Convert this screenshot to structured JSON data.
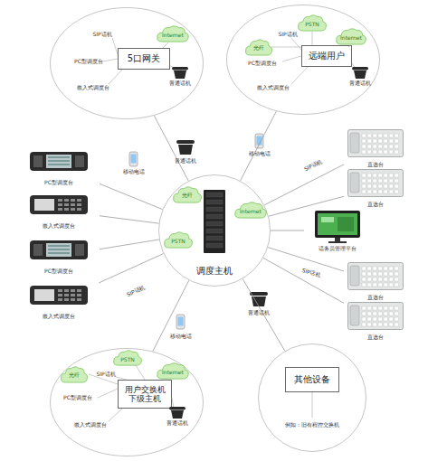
{
  "diagram": {
    "nodes": [
      {
        "text": [
          "调度主机"
        ]
      },
      {
        "text": [
          "光纤"
        ],
        "in": 0
      },
      {
        "text": [
          "Internet"
        ],
        "in": 0
      },
      {
        "text": [
          "PSTN"
        ],
        "in": 0
      },
      {
        "text": [
          "SIP话机",
          "PC型调度台",
          "嵌入式调度台",
          "普通话机"
        ]
      },
      {
        "text": [
          "5口网关"
        ],
        "in": 4
      },
      {
        "text": [
          "Internet"
        ],
        "in": 4
      },
      {
        "text": [
          "SIP话机",
          "PC型调度台",
          "嵌入式调度台",
          "普通话机"
        ]
      },
      {
        "text": [
          "PSTN"
        ],
        "in": 7
      },
      {
        "text": [
          "光纤"
        ],
        "in": 7
      },
      {
        "text": [
          "Internet"
        ],
        "in": 7
      },
      {
        "text": [
          "远端用户"
        ],
        "in": 7
      },
      {
        "text": [
          "SIP话机",
          "PC型调度台",
          "嵌入式调度台",
          "普通话机"
        ]
      },
      {
        "text": [
          "光纤"
        ],
        "in": 12
      },
      {
        "text": [
          "PSTN"
        ],
        "in": 12
      },
      {
        "text": [
          "Internet"
        ],
        "in": 12
      },
      {
        "text": [
          "用户交换机 下级主机"
        ],
        "in": 12
      },
      {
        "text": [
          "例如：旧有程控交换机"
        ]
      },
      {
        "text": [
          "其他设备"
        ],
        "in": 17
      },
      {
        "text": [
          "PC型调度台"
        ]
      },
      {
        "text": [
          "嵌入式调度台"
        ]
      },
      {
        "text": [
          "PC型调度台"
        ]
      },
      {
        "text": [
          "嵌入式调度台"
        ]
      },
      {
        "text": [
          "直选台"
        ]
      },
      {
        "text": [
          "直选台"
        ]
      },
      {
        "text": [
          "话务员管理平台"
        ]
      },
      {
        "text": [
          "直选台"
        ]
      },
      {
        "text": [
          "直选台"
        ]
      }
    ],
    "edges": [
      {
        "from": 0,
        "to": 4,
        "arrow": "none"
      },
      {
        "from": 0,
        "to": 7,
        "arrow": "none"
      },
      {
        "from": 0,
        "to": 12,
        "arrow": "none"
      },
      {
        "from": 0,
        "to": 17,
        "arrow": "none"
      },
      {
        "from": 0,
        "to": 19,
        "arrow": "none"
      },
      {
        "from": 0,
        "to": 20,
        "arrow": "none"
      },
      {
        "from": 0,
        "to": 21,
        "arrow": "none"
      },
      {
        "from": 0,
        "to": 22,
        "label": "SIP话机",
        "arrow": "none"
      },
      {
        "from": 0,
        "to": 23,
        "label": "SIP话机",
        "arrow": "none"
      },
      {
        "from": 0,
        "to": 24,
        "arrow": "none"
      },
      {
        "from": 0,
        "to": 25,
        "arrow": "none"
      },
      {
        "from": 0,
        "to": 26,
        "label": "SIP话机",
        "arrow": "none"
      },
      {
        "from": 0,
        "to": 27,
        "arrow": "none"
      }
    ],
    "labels": [
      "移动电话",
      "普通话机",
      "移动电话",
      "普通话机",
      "移动电话"
    ]
  }
}
